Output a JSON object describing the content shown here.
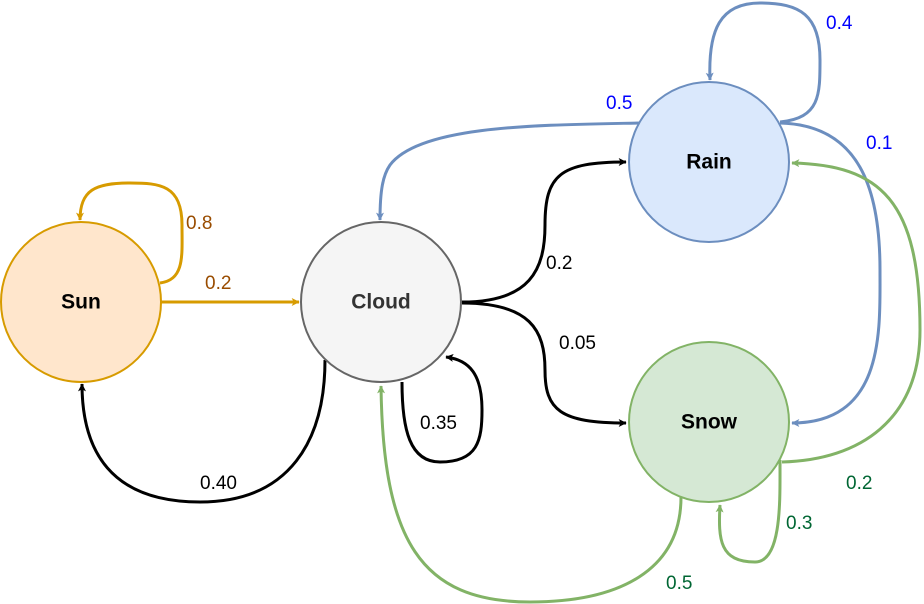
{
  "diagram": {
    "title": "Weather Markov chain",
    "nodes": [
      {
        "id": "sun",
        "label": "Sun",
        "fill": "#ffe6cc",
        "stroke": "#d79b00",
        "text_color": "#000000"
      },
      {
        "id": "cloud",
        "label": "Cloud",
        "fill": "#f5f5f5",
        "stroke": "#666666",
        "text_color": "#333333"
      },
      {
        "id": "rain",
        "label": "Rain",
        "fill": "#dae8fc",
        "stroke": "#6c8ebf",
        "text_color": "#000000"
      },
      {
        "id": "snow",
        "label": "Snow",
        "fill": "#d5e8d4",
        "stroke": "#82b366",
        "text_color": "#000000"
      }
    ],
    "edges": [
      {
        "id": "sun-sun",
        "from": "Sun",
        "to": "Sun",
        "probability": "0.8",
        "color": "#d79b00",
        "label_color": "#994c00"
      },
      {
        "id": "sun-cloud",
        "from": "Sun",
        "to": "Cloud",
        "probability": "0.2",
        "color": "#d79b00",
        "label_color": "#994c00"
      },
      {
        "id": "cloud-sun",
        "from": "Cloud",
        "to": "Sun",
        "probability": "0.40",
        "color": "#000000",
        "label_color": "#000000"
      },
      {
        "id": "cloud-cloud",
        "from": "Cloud",
        "to": "Cloud",
        "probability": "0.35",
        "color": "#000000",
        "label_color": "#000000"
      },
      {
        "id": "cloud-rain",
        "from": "Cloud",
        "to": "Rain",
        "probability": "0.2",
        "color": "#000000",
        "label_color": "#000000"
      },
      {
        "id": "cloud-snow",
        "from": "Cloud",
        "to": "Snow",
        "probability": "0.05",
        "color": "#000000",
        "label_color": "#000000"
      },
      {
        "id": "rain-rain",
        "from": "Rain",
        "to": "Rain",
        "probability": "0.4",
        "color": "#6c8ebf",
        "label_color": "#0000ff"
      },
      {
        "id": "rain-cloud",
        "from": "Rain",
        "to": "Cloud",
        "probability": "0.5",
        "color": "#6c8ebf",
        "label_color": "#0000ff"
      },
      {
        "id": "rain-snow",
        "from": "Rain",
        "to": "Snow",
        "probability": "0.1",
        "color": "#6c8ebf",
        "label_color": "#0000ff"
      },
      {
        "id": "snow-snow",
        "from": "Snow",
        "to": "Snow",
        "probability": "0.3",
        "color": "#82b366",
        "label_color": "#006633"
      },
      {
        "id": "snow-rain",
        "from": "Snow",
        "to": "Rain",
        "probability": "0.2",
        "color": "#82b366",
        "label_color": "#006633"
      },
      {
        "id": "snow-cloud",
        "from": "Snow",
        "to": "Cloud",
        "probability": "0.5",
        "color": "#82b366",
        "label_color": "#006633"
      }
    ]
  }
}
